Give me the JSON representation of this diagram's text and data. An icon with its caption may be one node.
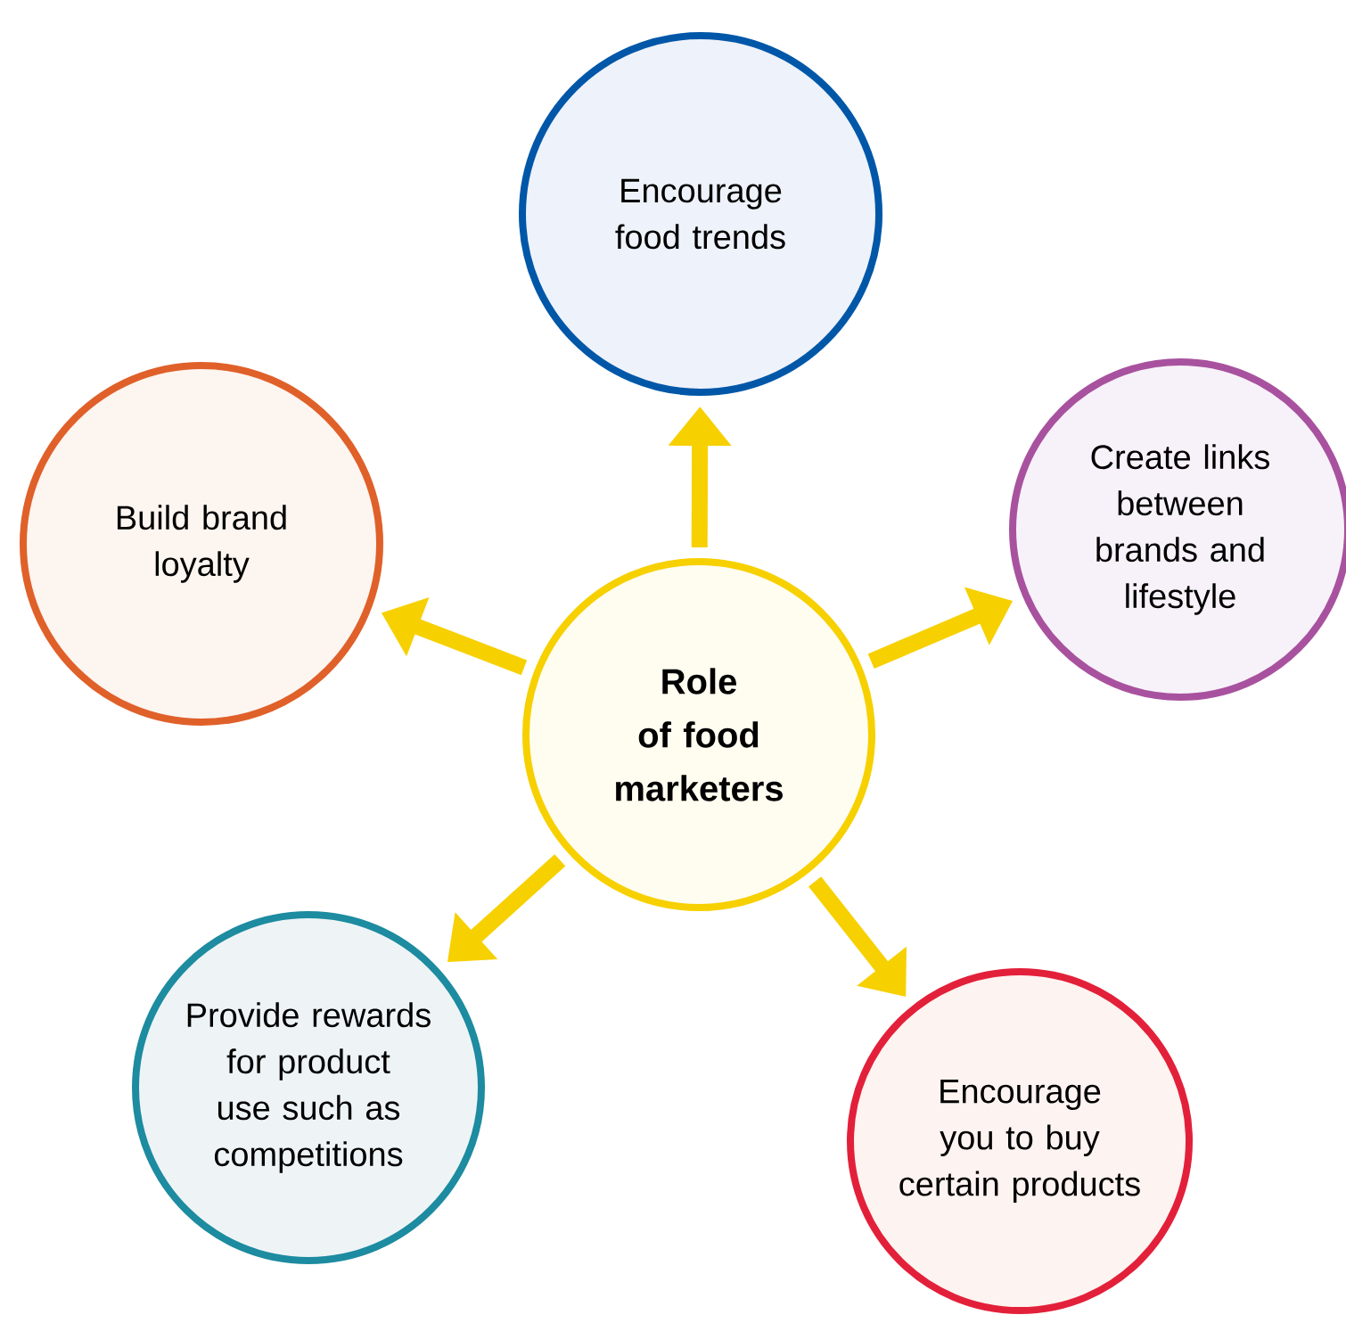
{
  "diagram": {
    "nodes": [
      {
        "text": [
          "Encourage food trends"
        ]
      },
      {
        "text": [
          "Build brand loyalty"
        ]
      },
      {
        "text": [
          "Create links between brands and lifestyle"
        ]
      },
      {
        "text": [
          "Role of food marketers"
        ]
      },
      {
        "text": [
          "Provide rewards for product use such as competitions"
        ]
      },
      {
        "text": [
          "Encourage you to buy certain products"
        ]
      }
    ],
    "edges": [
      {
        "from": 3,
        "to": 0,
        "arrow": "to"
      },
      {
        "from": 3,
        "to": 1,
        "arrow": "to"
      },
      {
        "from": 3,
        "to": 2,
        "arrow": "to"
      },
      {
        "from": 3,
        "to": 4,
        "arrow": "to"
      },
      {
        "from": 3,
        "to": 5,
        "arrow": "to"
      }
    ]
  }
}
